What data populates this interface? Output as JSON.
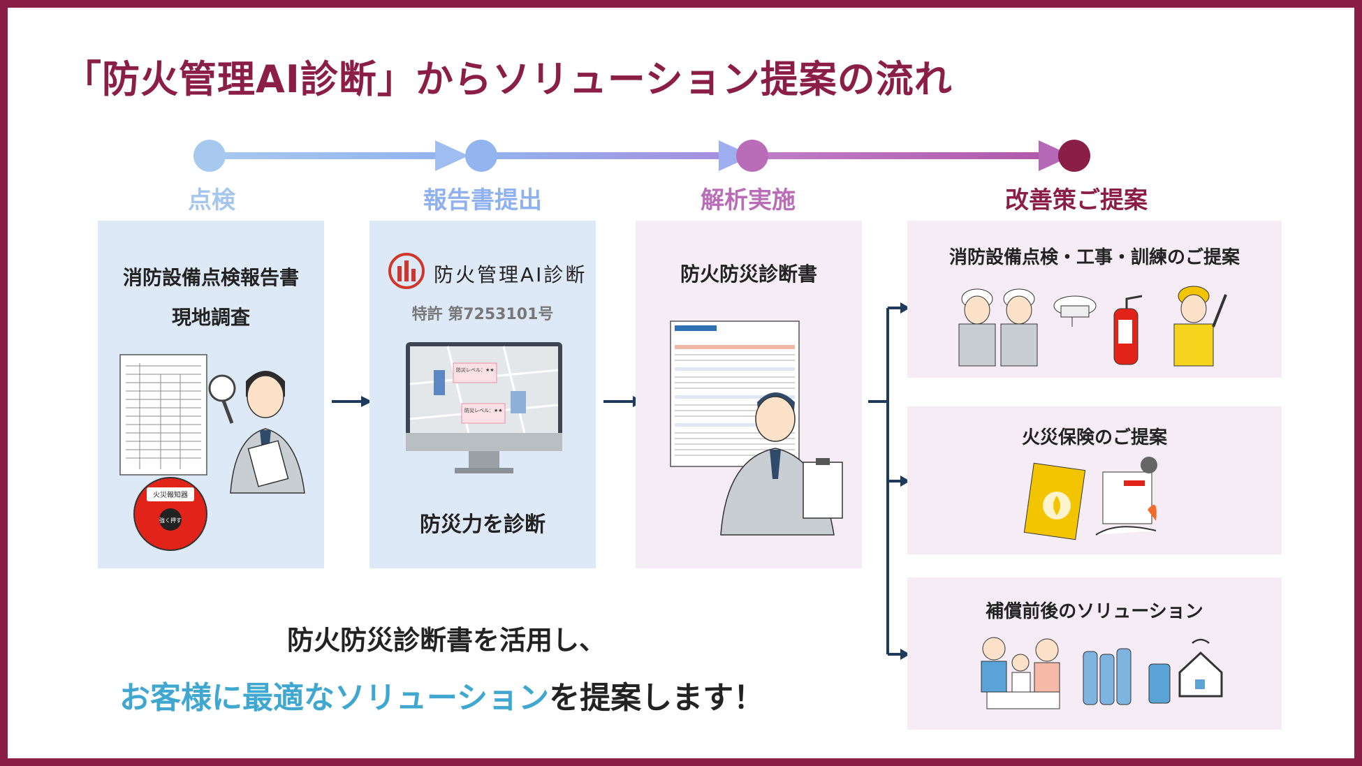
{
  "title": "「防火管理AI診断」からソリューション提案の流れ",
  "stages": [
    {
      "label": "点検",
      "color": "#a5c7ee"
    },
    {
      "label": "報告書提出",
      "color": "#8fb1ef"
    },
    {
      "label": "解析実施",
      "color": "#b96db7"
    },
    {
      "label": "改善策ご提案",
      "color": "#8b1e45"
    }
  ],
  "panel_inspection": {
    "line1": "消防設備点検報告書",
    "line2": "現地調査",
    "alarm_label": "火災報知器",
    "alarm_button": "強く押す"
  },
  "panel_report": {
    "brand": "防火管理AI診断",
    "patent": "特許 第7253101号",
    "caption": "防災力を診断",
    "callout_1": "防災レベル：★★",
    "callout_2": "防災レベル：★★"
  },
  "panel_analysis": {
    "title": "防火防災診断書"
  },
  "solutions": [
    {
      "label": "消防設備点検・工事・訓練のご提案"
    },
    {
      "label": "火災保険のご提案"
    },
    {
      "label": "補償前後のソリューション"
    }
  ],
  "bottom": {
    "line1": "防火防災診断書を活用し、",
    "highlight": "お客様に最適なソリューション",
    "line2_rest": "を提案します！"
  },
  "colors": {
    "brand": "#8b1e45",
    "panel_blue": "#dde9f6",
    "panel_pink": "#f6ecf5",
    "highlight": "#3fa7d0",
    "arrow": "#1f3a5f"
  }
}
